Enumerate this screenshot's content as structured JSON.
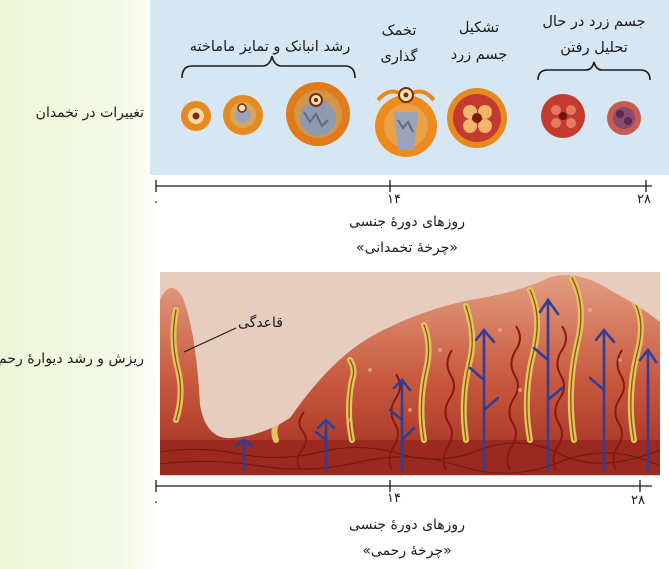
{
  "ovary": {
    "side_label": "تغییرات در تخمدان",
    "phases": {
      "growth_line1": "رشد انبانک و تمایز ماماخته",
      "ovulation_line1": "تخمک",
      "ovulation_line2": "گذاری",
      "formation_line1": "تشکیل",
      "formation_line2": "جسم زرد",
      "regression_line1": "جسم زرد در حال",
      "regression_line2": "تحلیل رفتن"
    },
    "axis": {
      "ticks": [
        "۰",
        "۱۴",
        "۲۸"
      ],
      "label": "روزهای دورهٔ جنسی",
      "cycle": "«چرخهٔ تخمدانی»"
    }
  },
  "uterus": {
    "side_label": "ریزش و رشد دیوارهٔ رحم",
    "annotation": "قاعدگی",
    "axis": {
      "ticks": [
        "۰",
        "۱۴",
        "۲۸"
      ],
      "label": "روزهای دورهٔ جنسی",
      "cycle": "«چرخهٔ رحمی»"
    }
  },
  "colors": {
    "panel_bg": "#d6e6f3",
    "follicle_orange": "#e58a1f",
    "corpus_red": "#c43a2e",
    "tissue": "#b9432f",
    "gland_yellow": "#e3c45a",
    "vessel_blue": "#2d3f9a"
  }
}
